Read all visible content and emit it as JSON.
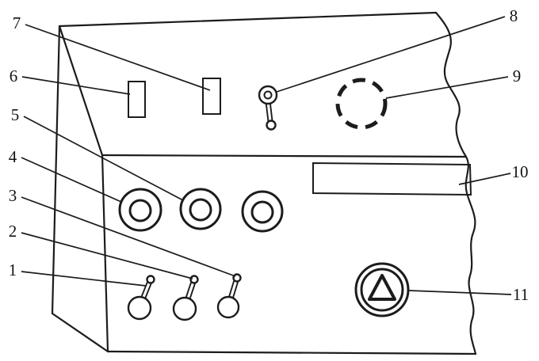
{
  "diagram": {
    "title": "Control panel technical line drawing with numbered callouts",
    "style": "black-and-white schematic, torn continuation edge on the right",
    "line_color": "#1c1c1c",
    "background_color": "#ffffff",
    "panel": {
      "faces": [
        "sloped-top-face",
        "front-face",
        "left-side-face"
      ],
      "right_edge": "torn-continuation-edge"
    },
    "components": [
      {
        "id": "toggle-switch-1",
        "callout": "1",
        "location": "front face, bottom row left"
      },
      {
        "id": "toggle-switch-2",
        "callout": "2",
        "location": "front face, bottom row middle"
      },
      {
        "id": "toggle-switch-3",
        "callout": "3",
        "location": "front face, bottom row right"
      },
      {
        "id": "round-knob-1",
        "callout": "4",
        "location": "front face, middle row left"
      },
      {
        "id": "round-knob-2",
        "callout": "5",
        "location": "front face, middle row center"
      },
      {
        "id": "round-knob-3",
        "callout": "",
        "location": "front face, middle row right"
      },
      {
        "id": "indicator-lamp-1",
        "callout": "6",
        "location": "sloped top face, left"
      },
      {
        "id": "indicator-lamp-2",
        "callout": "7",
        "location": "sloped top face, center-left"
      },
      {
        "id": "key-switch",
        "callout": "8",
        "location": "sloped top face, center"
      },
      {
        "id": "dashed-round-socket",
        "callout": "9",
        "location": "sloped top face, right"
      },
      {
        "id": "label-plate",
        "callout": "10",
        "location": "front face, upper right"
      },
      {
        "id": "triangle-button",
        "callout": "11",
        "location": "front face, lower right"
      }
    ],
    "callout_labels": {
      "n1": "1",
      "n2": "2",
      "n3": "3",
      "n4": "4",
      "n5": "5",
      "n6": "6",
      "n7": "7",
      "n8": "8",
      "n9": "9",
      "n10": "10",
      "n11": "11"
    }
  }
}
